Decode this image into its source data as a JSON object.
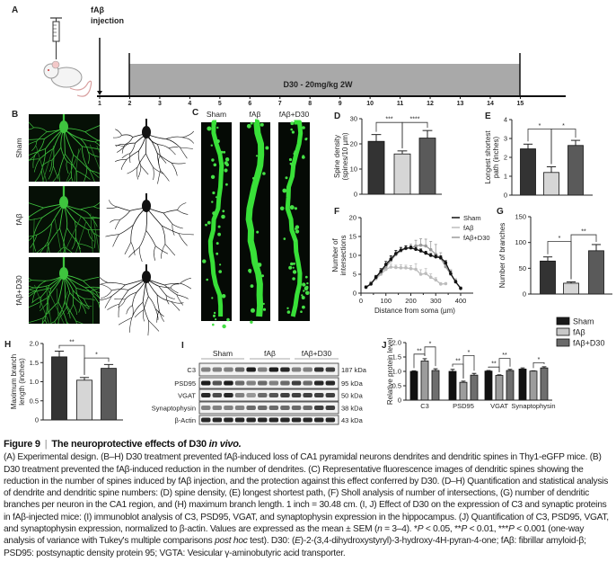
{
  "panel_a": {
    "label": "A",
    "injection_label_line1": "fAβ",
    "injection_label_line2": "injection",
    "treatment_label": "D30 - 20mg/kg 2W",
    "days": [
      "1",
      "2",
      "3",
      "4",
      "5",
      "6",
      "7",
      "8",
      "9",
      "10",
      "11",
      "12",
      "13",
      "14",
      "15"
    ]
  },
  "panel_b": {
    "label": "B",
    "rows": [
      "Sham",
      "fAβ",
      "fAβ+D30"
    ]
  },
  "panel_c": {
    "label": "C",
    "columns": [
      "Sham",
      "fAβ",
      "fAβ+D30"
    ]
  },
  "panel_i": {
    "label": "I",
    "groups": [
      "Sham",
      "fAβ",
      "fAβ+D30"
    ],
    "rows": [
      {
        "protein": "C3",
        "size": "187 kDa"
      },
      {
        "protein": "PSD95",
        "size": "95 kDa"
      },
      {
        "protein": "VGAT",
        "size": "50 kDa"
      },
      {
        "protein": "Synaptophysin",
        "size": "38 kDa"
      },
      {
        "protein": "β-Actin",
        "size": "43 kDa"
      }
    ]
  },
  "legend": {
    "items": [
      {
        "label": "Sham",
        "color": "#1a1a1a"
      },
      {
        "label": "fAβ",
        "color": "#c8c8c8"
      },
      {
        "label": "fAβ+D30",
        "color": "#6a6a6a"
      }
    ]
  },
  "chart_data": [
    {
      "panel": "D",
      "type": "bar",
      "categories": [
        "Sham",
        "fAβ",
        "fAβ+D30"
      ],
      "values": [
        21,
        16,
        22.3
      ],
      "errors": [
        2.7,
        1.2,
        3.0
      ],
      "colors": [
        "#333333",
        "#d6d6d6",
        "#5a5a5a"
      ],
      "ylabel": [
        "Spine density",
        "(spines/10 µm)"
      ],
      "ylim": [
        0,
        30
      ],
      "yticks": [
        0,
        10,
        20,
        30
      ],
      "ytick_labels": [
        "0",
        "10",
        "20",
        "30"
      ],
      "significance": [
        {
          "a": 0,
          "b": 1,
          "y": 28.5,
          "label": "***"
        },
        {
          "a": 1,
          "b": 2,
          "y": 28.5,
          "label": "****"
        }
      ]
    },
    {
      "panel": "E",
      "type": "bar",
      "categories": [
        "Sham",
        "fAβ",
        "fAβ+D30"
      ],
      "values": [
        2.45,
        1.2,
        2.63
      ],
      "errors": [
        0.25,
        0.3,
        0.27
      ],
      "colors": [
        "#333333",
        "#d6d6d6",
        "#5a5a5a"
      ],
      "ylabel": [
        "Longest shortest",
        "path (inches)"
      ],
      "ylim": [
        0,
        4
      ],
      "yticks": [
        0,
        1,
        2,
        3,
        4
      ],
      "ytick_labels": [
        "0",
        "1",
        "2",
        "3",
        "4"
      ],
      "significance": [
        {
          "a": 0,
          "b": 1,
          "y": 3.5,
          "label": "*"
        },
        {
          "a": 1,
          "b": 2,
          "y": 3.5,
          "label": "*"
        }
      ]
    },
    {
      "panel": "F",
      "type": "line",
      "xlabel": "Distance from soma (µm)",
      "ylabel": [
        "Number of",
        "intersections"
      ],
      "xlim": [
        0,
        450
      ],
      "ylim": [
        0,
        20
      ],
      "xticks": [
        0,
        100,
        200,
        300,
        400
      ],
      "xtick_labels": [
        "0",
        "100",
        "200",
        "300",
        "400"
      ],
      "yticks": [
        0,
        5,
        10,
        15,
        20
      ],
      "ytick_labels": [
        "0",
        "5",
        "10",
        "15",
        "20"
      ],
      "legend": "top-right",
      "series": [
        {
          "name": "Sham",
          "color": "#111111",
          "x": [
            20,
            40,
            60,
            80,
            100,
            120,
            140,
            160,
            180,
            200,
            220,
            240,
            260,
            280,
            300,
            320,
            340,
            360,
            380,
            400
          ],
          "y": [
            1.6,
            2.4,
            4.2,
            5.8,
            7.6,
            9.0,
            10.5,
            11.4,
            11.9,
            12.0,
            11.6,
            11.2,
            10.6,
            10.0,
            9.6,
            9.4,
            8.0,
            5.2,
            3.0,
            1.3
          ],
          "err": [
            0.3,
            0.4,
            0.5,
            0.7,
            0.8,
            0.9,
            0.8,
            0.7,
            0.6,
            0.5,
            0.5,
            0.5,
            0.5,
            0.5,
            0.5,
            0.5,
            0.6,
            0.6,
            0.4,
            0.3
          ]
        },
        {
          "name": "fAβ",
          "color": "#bdbdbd",
          "x": [
            20,
            40,
            60,
            80,
            100,
            120,
            140,
            160,
            180,
            200,
            220,
            240,
            260,
            280,
            300,
            320,
            340
          ],
          "y": [
            1.6,
            2.5,
            3.8,
            5.0,
            6.3,
            6.9,
            6.8,
            6.7,
            6.7,
            6.5,
            6.3,
            5.0,
            5.2,
            4.2,
            3.5,
            2.4,
            2.5
          ],
          "err": [
            0.3,
            0.5,
            0.6,
            0.8,
            1.0,
            0.8,
            0.6,
            0.8,
            0.7,
            0.8,
            1.5,
            1.2,
            1.3,
            0.9,
            0.6,
            0.4,
            0.3
          ]
        },
        {
          "name": "fAβ+D30",
          "color": "#9a9a9a",
          "x": [
            20,
            40,
            60,
            80,
            100,
            120,
            140,
            160,
            180,
            200,
            220,
            240,
            260,
            280,
            300,
            320,
            340,
            360,
            380,
            400
          ],
          "y": [
            1.5,
            2.6,
            4.0,
            5.5,
            7.0,
            8.6,
            10.2,
            11.2,
            11.8,
            12.0,
            12.5,
            12.7,
            12.5,
            11.5,
            10.3,
            9.2,
            7.0,
            5.0,
            3.0,
            1.2
          ],
          "err": [
            0.4,
            0.5,
            0.6,
            0.8,
            0.9,
            1.0,
            1.0,
            0.9,
            0.8,
            1.0,
            1.5,
            1.7,
            1.8,
            2.2,
            2.6,
            1.5,
            1.5,
            1.2,
            0.8,
            0.4
          ]
        }
      ]
    },
    {
      "panel": "G",
      "type": "bar",
      "categories": [
        "Sham",
        "fAβ",
        "fAβ+D30"
      ],
      "values": [
        64,
        21,
        84
      ],
      "errors": [
        8,
        2.5,
        12
      ],
      "colors": [
        "#333333",
        "#d6d6d6",
        "#5a5a5a"
      ],
      "ylabel": [
        "Number of branches"
      ],
      "ylim": [
        0,
        150
      ],
      "yticks": [
        0,
        50,
        100,
        150
      ],
      "ytick_labels": [
        "0",
        "50",
        "100",
        "150"
      ],
      "significance": [
        {
          "a": 0,
          "b": 1,
          "y": 102,
          "label": "*"
        },
        {
          "a": 1,
          "b": 2,
          "y": 115,
          "label": "**"
        }
      ]
    },
    {
      "panel": "H",
      "type": "bar",
      "categories": [
        "Sham",
        "fAβ",
        "fAβ+D30"
      ],
      "values": [
        1.65,
        1.04,
        1.35
      ],
      "errors": [
        0.15,
        0.07,
        0.1
      ],
      "colors": [
        "#333333",
        "#d6d6d6",
        "#5a5a5a"
      ],
      "ylabel": [
        "Maximum branch",
        "length (inches)"
      ],
      "ylim": [
        0,
        2
      ],
      "yticks": [
        0,
        0.5,
        1,
        1.5,
        2
      ],
      "ytick_labels": [
        "0",
        "0.5",
        "1.0",
        "1.5",
        "2.0"
      ],
      "significance": [
        {
          "a": 0,
          "b": 1,
          "y": 1.95,
          "label": "**"
        },
        {
          "a": 1,
          "b": 2,
          "y": 1.62,
          "label": "*"
        }
      ]
    },
    {
      "panel": "J",
      "type": "bar",
      "categories": [
        "C3",
        "PSD95",
        "VGAT",
        "Synaptophysin"
      ],
      "series": [
        {
          "name": "Sham",
          "color": "#111111",
          "values": [
            1.0,
            1.0,
            1.01,
            1.08
          ],
          "errors": [
            0.02,
            0.07,
            0.02,
            0.04
          ]
        },
        {
          "name": "fAβ",
          "color": "#9c9c9c",
          "values": [
            1.36,
            0.62,
            0.86,
            1.01
          ],
          "errors": [
            0.08,
            0.04,
            0.02,
            0.01
          ]
        },
        {
          "name": "fAβ+D30",
          "color": "#6e6e6e",
          "values": [
            1.03,
            0.87,
            1.03,
            1.12
          ],
          "errors": [
            0.06,
            0.06,
            0.04,
            0.04
          ]
        }
      ],
      "ylabel": [
        "Relative protein level"
      ],
      "ylim": [
        0,
        2
      ],
      "yticks": [
        0,
        0.5,
        1,
        1.5,
        2
      ],
      "ytick_labels": [
        "0",
        "0.5",
        "1.0",
        "1.5",
        "2.0"
      ],
      "legend": "top-right",
      "significance": [
        {
          "group": 0,
          "a": 0,
          "b": 1,
          "y": 1.6,
          "label": "**"
        },
        {
          "group": 0,
          "a": 1,
          "b": 2,
          "y": 1.85,
          "label": "*"
        },
        {
          "group": 1,
          "a": 0,
          "b": 1,
          "y": 1.25,
          "label": "**"
        },
        {
          "group": 1,
          "a": 1,
          "b": 2,
          "y": 1.55,
          "label": "*"
        },
        {
          "group": 2,
          "a": 0,
          "b": 1,
          "y": 1.15,
          "label": "**"
        },
        {
          "group": 2,
          "a": 1,
          "b": 2,
          "y": 1.45,
          "label": "**"
        },
        {
          "group": 3,
          "a": 1,
          "b": 2,
          "y": 1.3,
          "label": "*"
        }
      ]
    }
  ],
  "caption": {
    "figure": "Figure 9",
    "separator": "|",
    "title": "The neuroprotective effects of D30 ",
    "title_italic": "in vivo.",
    "segments": [
      {
        "t": "(A) Experimental design. (B–H) D30 treatment prevented fAβ-induced loss of CA1 pyramidal neurons dendrites and dendritic spines in Thy1-eGFP mice. (B) D30 treatment prevented the fAβ-induced reduction in the number of dendrites. (C) Representative fluorescence images of dendritic spines showing the reduction in the number of spines induced by fAβ injection, and the protection against this effect conferred by D30. (D–H) Quantification and statistical analysis of dendrite and dendritic spine numbers: (D) spine density, (E) longest shortest path, (F) Sholl analysis of number of intersections, (G) number of dendritic branches per neuron in the CA1 region, and (H) maximum branch length. 1 inch = 30.48 cm. (I, J) Effect of D30 on the expression of C3 and synaptic proteins in fAβ-injected mice: (I) immunoblot analysis of C3, PSD95, VGAT, and synaptophysin expression in the hippocampus. (J) Quantification of C3, PSD95, VGAT, and synaptophysin expression, normalized to β-actin. Values are expressed as the mean ± SEM (",
        "i": false
      },
      {
        "t": "n",
        "i": true
      },
      {
        "t": " = 3–4). *",
        "i": false
      },
      {
        "t": "P",
        "i": true
      },
      {
        "t": " < 0.05, **",
        "i": false
      },
      {
        "t": "P",
        "i": true
      },
      {
        "t": " < 0.01, ***",
        "i": false
      },
      {
        "t": "P",
        "i": true
      },
      {
        "t": " < 0.001 (one-way analysis of variance with Tukey's multiple comparisons ",
        "i": false
      },
      {
        "t": "post hoc",
        "i": true
      },
      {
        "t": " test). D30: (",
        "i": false
      },
      {
        "t": "E",
        "i": true
      },
      {
        "t": ")-2-(3,4-dihydroxystyryl)-3-hydroxy-4H-pyran-4-one; fAβ: fibrillar amyloid-β; PSD95: postsynaptic density protein 95; VGTA: Vesicular γ-aminobutyric acid transporter.",
        "i": false
      }
    ]
  }
}
